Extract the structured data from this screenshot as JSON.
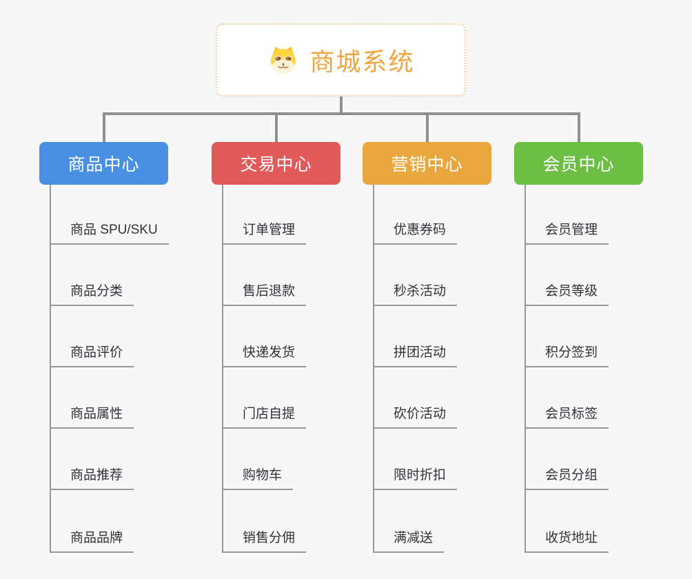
{
  "background": "#F7F7F8",
  "line_color": "#8F8F8F",
  "child_line_color": "#969696",
  "child_text_color": "#2F3338",
  "root": {
    "label": "商城系统",
    "icon": "dog-face-icon",
    "text_color": "#F2A53F",
    "border_color": "#F5CE93"
  },
  "branches": [
    {
      "label": "商品中心",
      "color": "#4A90E2",
      "children": [
        "商品 SPU/SKU",
        "商品分类",
        "商品评价",
        "商品属性",
        "商品推荐",
        "商品品牌"
      ]
    },
    {
      "label": "交易中心",
      "color": "#E15A5A",
      "children": [
        "订单管理",
        "售后退款",
        "快递发货",
        "门店自提",
        "购物车",
        "销售分佣"
      ]
    },
    {
      "label": "营销中心",
      "color": "#EAA73E",
      "children": [
        "优惠券码",
        "秒杀活动",
        "拼团活动",
        "砍价活动",
        "限时折扣",
        "满减送"
      ]
    },
    {
      "label": "会员中心",
      "color": "#6CBE44",
      "children": [
        "会员管理",
        "会员等级",
        "积分签到",
        "会员标签",
        "会员分组",
        "收货地址"
      ]
    }
  ]
}
